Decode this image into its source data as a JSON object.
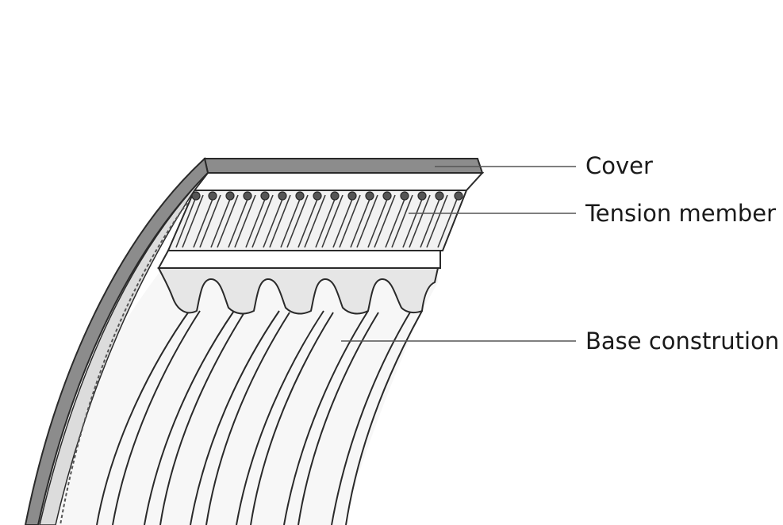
{
  "labels": {
    "cover": "Cover",
    "tension_member": "Tension member",
    "base_construction": "Base constrution"
  },
  "colors": {
    "cover": "#8c8c8c",
    "outline": "#2a2a2a",
    "rib_fill": "#f4f4f4",
    "leader": "#555555"
  }
}
